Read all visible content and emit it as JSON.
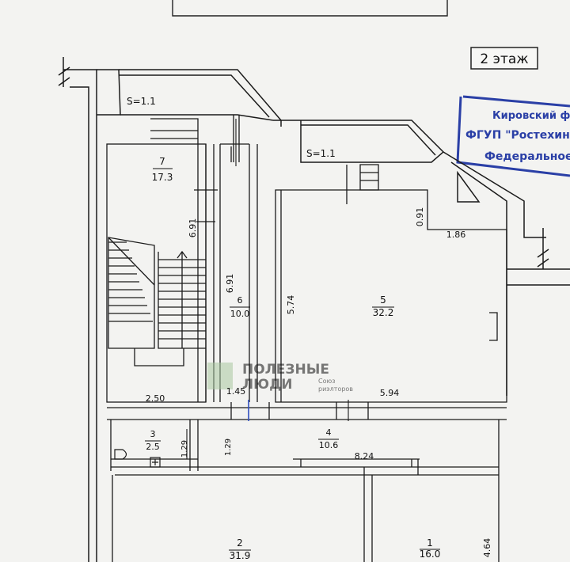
{
  "floor_label": "2 этаж",
  "areas": {
    "s_left": "S=1.1",
    "s_right": "S=1.1"
  },
  "rooms": [
    {
      "number": "7",
      "area": "17.3"
    },
    {
      "number": "6",
      "area": "10.0"
    },
    {
      "number": "5",
      "area": "32.2"
    },
    {
      "number": "4",
      "area": "10.6"
    },
    {
      "number": "3",
      "area": "2.5"
    },
    {
      "number": "2",
      "area": "31.9"
    },
    {
      "number": "1",
      "area": "16.0"
    }
  ],
  "dimensions": {
    "d691a": "6.91",
    "d691b": "6.91",
    "d574": "5.74",
    "d091": "0.91",
    "d186": "1.86",
    "d250": "2.50",
    "d145": "1.45",
    "d594": "5.94",
    "d129a": "1.29",
    "d129b": "1.29",
    "d824": "8.24",
    "d464": "4.64"
  },
  "stamp": {
    "line1": "Кировский фил",
    "line2": "ФГУП \"Ростехинвент",
    "line3": "Федеральное Б",
    "color": "#2a3fa6"
  },
  "watermark": {
    "line1": "ПОЛЕЗНЫЕ",
    "line2": "ЛЮДИ",
    "sub1": "Союз",
    "sub2": "риэлторов"
  }
}
